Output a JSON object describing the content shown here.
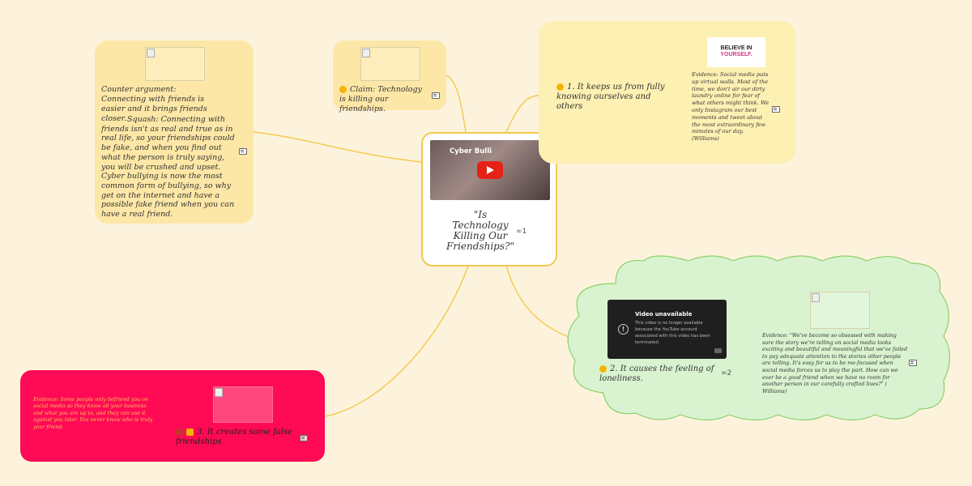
{
  "central": {
    "title": "\"Is Technology Killing Our Friendships?\"",
    "video_overlay_text": "Cyber Bulli",
    "link_count": "1"
  },
  "claim": {
    "text": "Claim: Technology is killing our friendships."
  },
  "counter": {
    "text": "Counter argument: Connecting with friends is easier and it brings friends closer.",
    "squash": "Squash: Connecting with friends isn't as real and true as in real life, so your friendships could be fake, and when you find out what the person is truly saying, you will be crushed and upset. Cyber bullying is now the most common form of bullying, so why get on the internet and have a possible fake friend when you can have a real friend."
  },
  "point1": {
    "text": "1. It keeps us from fully knowing ourselves and others",
    "badge_line1": "BELIEVE IN",
    "badge_line2": "YOURSELF.",
    "evidence": "Evidence: Social media puts up virtual walls. Most of the time, we don't air our dirty laundry online for fear of what others might think. We only Instagram our best moments and tweet about the most extraordinary few minutes of our day. (Williams)"
  },
  "point2": {
    "text": "2. It causes the feeling of loneliness.",
    "link_count": "2",
    "video_title": "Video unavailable",
    "video_msg": "This video is no longer available because the YouTube account associated with this video has been terminated.",
    "evidence": "Evidence: \"We've become so obsessed with making sure the story we're telling on social media looks exciting and beautiful and meaningful that we've failed to pay adequate attention to the stories other people are telling. It's easy for us to be me-focused when social media forces us to play the part. How can we ever be a good friend when we have no room for another person in our carefully crafted lives?\" ( Williams)"
  },
  "point3": {
    "text": "3. It creates some false friendships",
    "evidence": "Evidence: Some people only befriend you on social media so they know all your business and what you are up to, and they can use it against you later. You never know who is truly your friend."
  },
  "colors": {
    "background": "#fdf3dc",
    "branch": "#f2c94c",
    "yellow_node": "#fde7a6",
    "green_cloud": "#d9f3d0",
    "pink_node": "#ff0a54"
  }
}
